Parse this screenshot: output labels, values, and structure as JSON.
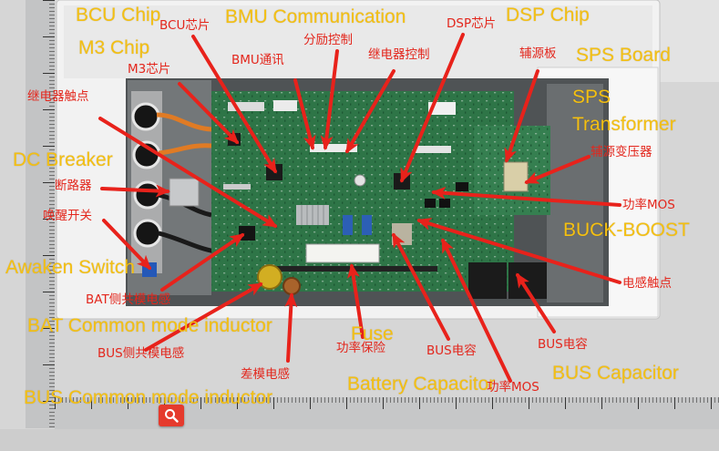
{
  "labels": {
    "english": {
      "bcu_chip": "BCU Chip",
      "bmu_communication": "BMU Communication",
      "dsp_chip": "DSP Chip",
      "m3_chip": "M3 Chip",
      "sps_board": "SPS Board",
      "sps_transformer": "SPS Transformer",
      "dc_breaker": "DC Breaker",
      "buck_boost": "BUCK-BOOST",
      "awaken_switch": "Awaken Switch",
      "bat_common_mode_inductor": "BAT Common mode inductor",
      "fuse": "Fuse",
      "bus_capacitor": "BUS Capacitor",
      "battery_capacitor": "Battery Capacitor",
      "bus_common_mode_inductor": "BUS Common mode inductor"
    },
    "chinese": {
      "bcu_chip": "BCU芯片",
      "dsp_chip": "DSP芯片",
      "shunt_trip_control": "分励控制",
      "relay_control": "继电器控制",
      "aux_power_board": "辅源板",
      "bmu_communication": "BMU通讯",
      "m3_chip": "M3芯片",
      "relay_contact": "继电器触点",
      "aux_power_transformer": "辅源变压器",
      "breaker": "断路器",
      "power_mos_right": "功率MOS",
      "wake_switch": "唤醒开关",
      "inductor_contact": "电感触点",
      "bat_side_cm_inductor": "BAT侧共模电感",
      "power_fuse": "功率保险",
      "bus_capacitor_center": "BUS电容",
      "bus_capacitor_right": "BUS电容",
      "bus_side_cm_inductor": "BUS侧共模电感",
      "differential_mode_inductor": "差模电感",
      "power_mos_bottom": "功率MOS"
    }
  },
  "icons": {
    "zoom_button": "search-icon"
  },
  "colors": {
    "label_english": "#f4c012",
    "label_chinese": "#e3261c",
    "arrow": "#e8221b",
    "pcb": "#2e7547"
  }
}
